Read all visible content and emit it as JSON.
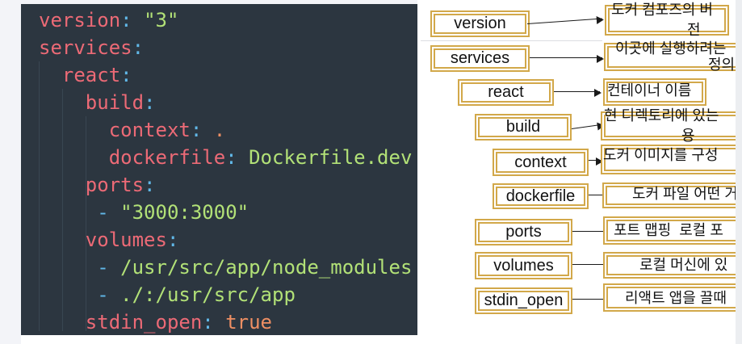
{
  "colors": {
    "editor_background": "#2c3640",
    "yaml_key": "#ec6a76",
    "yaml_punctuation": "#61b8e8",
    "yaml_string": "#b2e177",
    "yaml_literal": "#ee8f63",
    "diagram_box_border": "#d2a84a",
    "connector": "#1a1a1a"
  },
  "editor": {
    "lines": [
      [
        {
          "c": "key",
          "t": "version"
        },
        {
          "c": "punct",
          "t": ":"
        },
        {
          "c": "plain",
          "t": " "
        },
        {
          "c": "string",
          "t": "\"3\""
        }
      ],
      [
        {
          "c": "key",
          "t": "services"
        },
        {
          "c": "punct",
          "t": ":"
        }
      ],
      [
        {
          "c": "plain",
          "t": "  "
        },
        {
          "c": "key",
          "t": "react"
        },
        {
          "c": "punct",
          "t": ":"
        }
      ],
      [
        {
          "c": "plain",
          "t": "    "
        },
        {
          "c": "key",
          "t": "build"
        },
        {
          "c": "punct",
          "t": ":"
        }
      ],
      [
        {
          "c": "plain",
          "t": "      "
        },
        {
          "c": "key",
          "t": "context"
        },
        {
          "c": "punct",
          "t": ":"
        },
        {
          "c": "plain",
          "t": " "
        },
        {
          "c": "orange",
          "t": "."
        }
      ],
      [
        {
          "c": "plain",
          "t": "      "
        },
        {
          "c": "key",
          "t": "dockerfile"
        },
        {
          "c": "punct",
          "t": ":"
        },
        {
          "c": "plain",
          "t": " "
        },
        {
          "c": "string",
          "t": "Dockerfile.dev"
        }
      ],
      [
        {
          "c": "plain",
          "t": "    "
        },
        {
          "c": "key",
          "t": "ports"
        },
        {
          "c": "punct",
          "t": ":"
        }
      ],
      [
        {
          "c": "plain",
          "t": "     "
        },
        {
          "c": "punct",
          "t": "- "
        },
        {
          "c": "string",
          "t": "\"3000:3000\""
        }
      ],
      [
        {
          "c": "plain",
          "t": "    "
        },
        {
          "c": "key",
          "t": "volumes"
        },
        {
          "c": "punct",
          "t": ":"
        }
      ],
      [
        {
          "c": "plain",
          "t": "     "
        },
        {
          "c": "punct",
          "t": "- "
        },
        {
          "c": "string",
          "t": "/usr/src/app/node_modules"
        }
      ],
      [
        {
          "c": "plain",
          "t": "     "
        },
        {
          "c": "punct",
          "t": "- "
        },
        {
          "c": "string",
          "t": "./:/usr/src/app"
        }
      ],
      [
        {
          "c": "plain",
          "t": "    "
        },
        {
          "c": "key",
          "t": "stdin_open"
        },
        {
          "c": "punct",
          "t": ":"
        },
        {
          "c": "plain",
          "t": " "
        },
        {
          "c": "orange",
          "t": "true"
        }
      ]
    ]
  },
  "diagram": {
    "rows": [
      {
        "key": "version",
        "desc_line1": "도커 컴포즈의 버",
        "desc_line2": "전"
      },
      {
        "key": "services",
        "desc_line1": "이곳에 실행하려는",
        "desc_line2": "정의"
      },
      {
        "key": "react",
        "desc_line1": "컨테이너 이름",
        "desc_line2": ""
      },
      {
        "key": "build",
        "desc_line1": "현 디렉토리에 있는",
        "desc_line2": "용"
      },
      {
        "key": "context",
        "desc_line1": "도커 이미지를 구성",
        "desc_line2": ""
      },
      {
        "key": "dockerfile",
        "desc_line1": "도커 파일 어떤 거",
        "desc_line2": ""
      },
      {
        "key": "ports",
        "desc_line1": "포트 맵핑  로컬 포",
        "desc_line2": ""
      },
      {
        "key": "volumes",
        "desc_line1": "로컬 머신에 있",
        "desc_line2": ""
      },
      {
        "key": "stdin_open",
        "desc_line1": "리액트 앱을 끌때",
        "desc_line2": ""
      }
    ]
  }
}
